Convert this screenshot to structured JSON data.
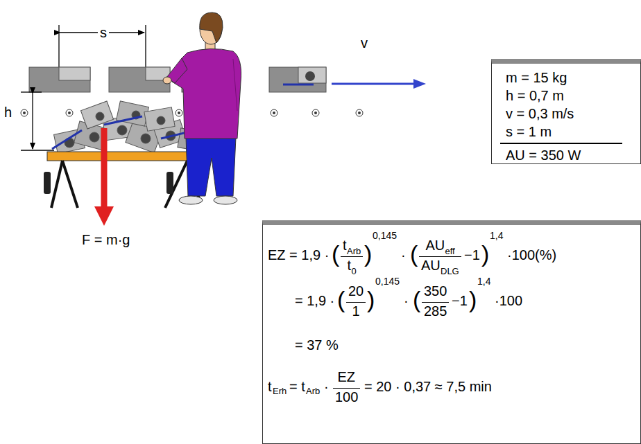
{
  "diagram": {
    "nodes": [
      {
        "text": [
          "m = 15 kg",
          "h = 0,7 m",
          "v = 0,3 m/s",
          "s = 1 m",
          "AU = 350 W"
        ]
      },
      {
        "text": [
          "EZ = 1,9 ·",
          "(",
          "t",
          "Arb",
          "t",
          "0",
          ")",
          "0,145",
          "·",
          "(",
          "AU",
          "eff",
          "AU",
          "DLG",
          "−1",
          ")",
          "1,4",
          "·100(%)",
          "= 1,9 ·",
          "(",
          "20",
          "1",
          ")",
          "0,145",
          "·",
          "(",
          "350",
          "285",
          "−1",
          ")",
          "1,4",
          "·100",
          "= 37 %",
          "t",
          "Erh",
          "= t",
          "Arb",
          "·",
          "EZ",
          "100",
          "= 20 · 0,37 ≈ 7,5 min"
        ]
      }
    ],
    "labels": [
      "s",
      "v",
      "h",
      "F = m·g"
    ]
  }
}
